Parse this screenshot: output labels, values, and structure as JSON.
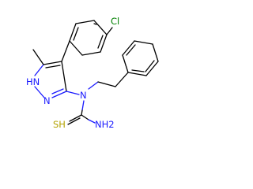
{
  "atoms": {
    "chlorine": {
      "text": "Cl",
      "color": "#008000"
    },
    "pyrazole_nh": {
      "text": "HN",
      "color": "#1a1aff"
    },
    "pyrazole_n": {
      "text": "N",
      "color": "#1a1aff"
    },
    "amine_n": {
      "text": "N",
      "color": "#1a1aff"
    },
    "thiol_s": {
      "text": "SH",
      "color": "#b3a200"
    },
    "amide_nh2": {
      "text": "NH2",
      "color": "#1a1aff"
    }
  }
}
